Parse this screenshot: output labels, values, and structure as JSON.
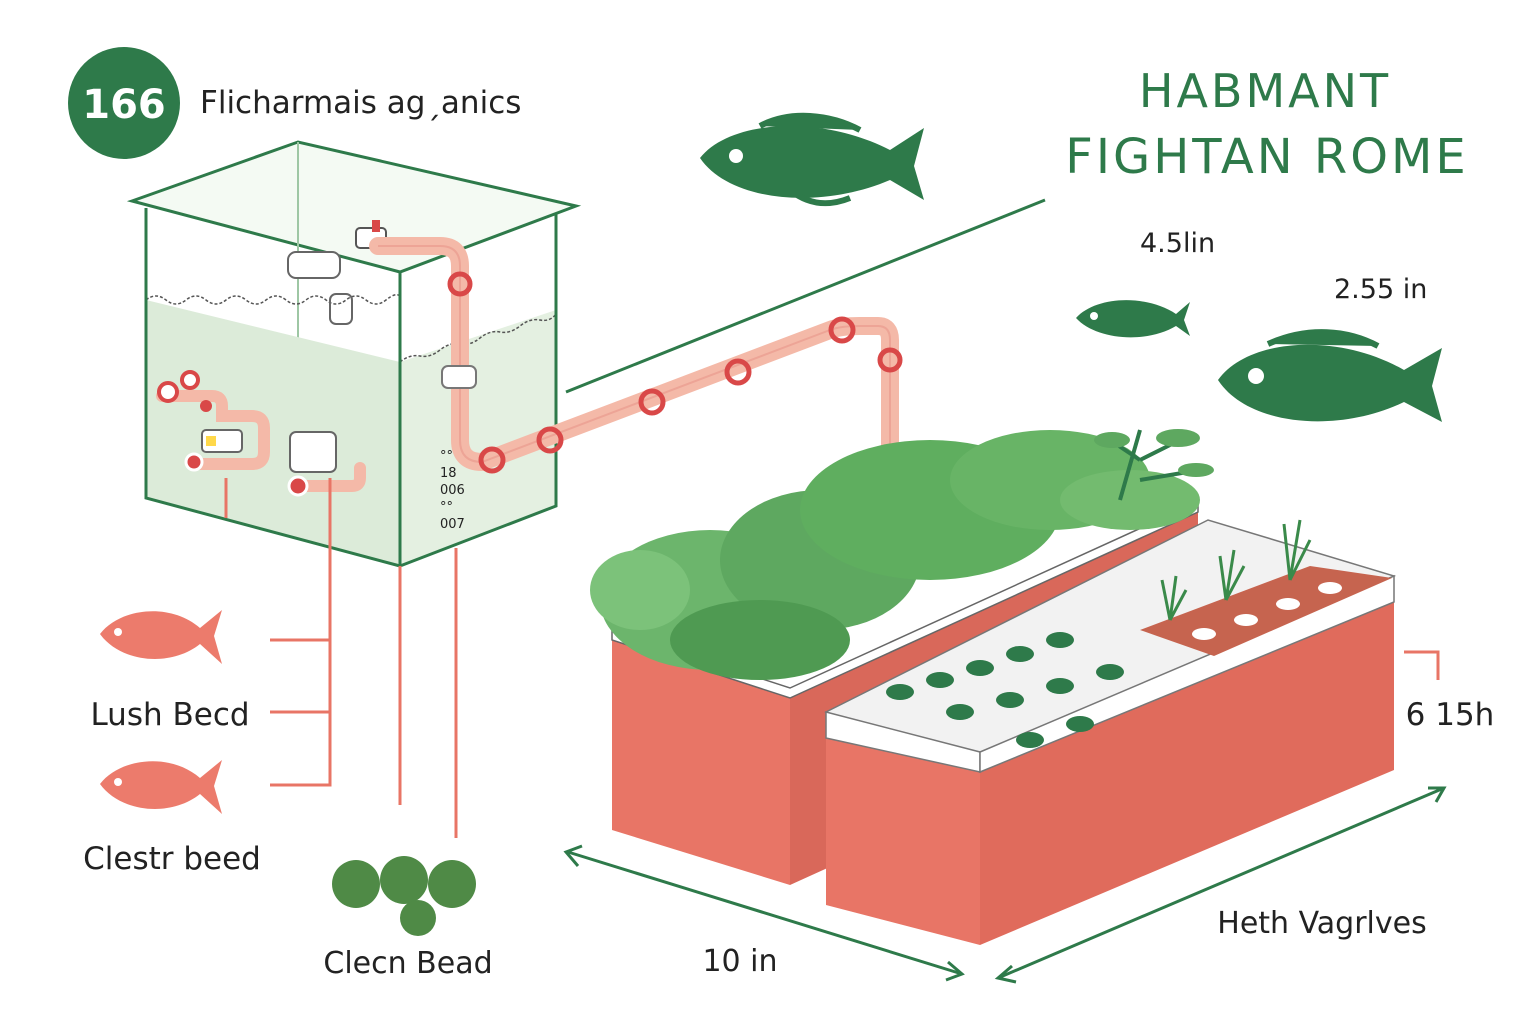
{
  "header": {
    "badge_number": "166",
    "subtitle": "Flicharmais agˏanics"
  },
  "title": {
    "line1": "HABMANT",
    "line2": "FIGHTAN ROME"
  },
  "tank": {
    "scale_marks": [
      "°°",
      "18",
      "006",
      "°°",
      "007"
    ]
  },
  "labels": {
    "fish_small": "4.5lin",
    "fish_large": "2.55 in",
    "height": "6 15h",
    "width": "10 in",
    "beds": "Heth Vagrlves",
    "legend_1": "Lush Becd",
    "legend_2": "Clestr beed",
    "legend_3": "Clecn Bead"
  },
  "colors": {
    "accent_green": "#2e7a4a",
    "leaf_green": "#5ea860",
    "bed_red": "#e87566",
    "pipe": "#f4b9a8",
    "fish_coral": "#ec7b6c",
    "tank_fill": "#e8f3e6"
  }
}
